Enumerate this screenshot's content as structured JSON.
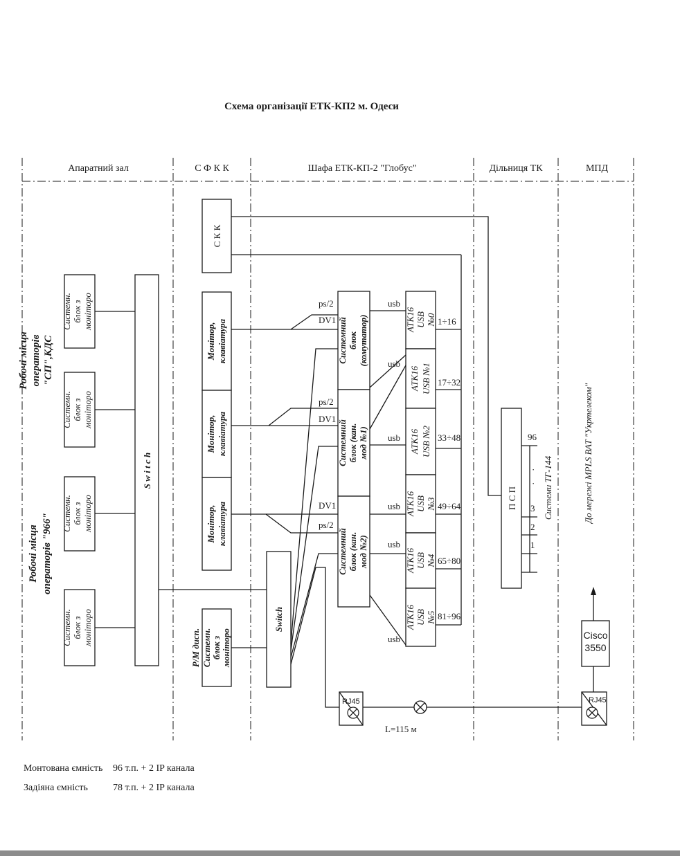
{
  "title": "Схема організації ЕТК-КП2 м. Одеси",
  "zones": [
    "Апаратний зал",
    "С Ф К К",
    "Шафа ЕТК-КП-2 \"Глобус\"",
    "Дільниця ТК",
    "МПД"
  ],
  "operators": {
    "group1": [
      "Робочі місця",
      "операторів",
      "\"СП\",КДС"
    ],
    "group2": [
      "Робочі місця",
      "операторів \"966\""
    ],
    "unit": [
      "Системн.",
      "блок з",
      "моніторо"
    ]
  },
  "switch_main": "S w i t c h",
  "skk": "С К К",
  "monitor_keyboard": [
    "Монітор,",
    "клавіатура"
  ],
  "rm_disp": [
    "Р/М диcп.",
    "Системн.",
    "блок з",
    "моніторо"
  ],
  "switch_small": "Switch",
  "system_units": [
    [
      "Системний",
      "блок",
      "(комутатор)"
    ],
    [
      "Системний",
      "блок   (кан.",
      "мод №1)"
    ],
    [
      "Системний",
      "блок  (кан.",
      "мод №2)"
    ]
  ],
  "signals": {
    "ps2": "ps/2",
    "dvi": "DV1",
    "usb": "usb"
  },
  "atk_modules": [
    {
      "lines": [
        "АТК16",
        "USB",
        "№0"
      ],
      "range": "1÷16"
    },
    {
      "lines": [
        "АТК16",
        "USB №1"
      ],
      "range": "17÷32"
    },
    {
      "lines": [
        "АТК16",
        "USB №2"
      ],
      "range": "33÷48"
    },
    {
      "lines": [
        "АТК16",
        "USB",
        "№3"
      ],
      "range": "49÷64"
    },
    {
      "lines": [
        "АТК16",
        "USB",
        "№4"
      ],
      "range": "65÷80"
    },
    {
      "lines": [
        "АТК16",
        "USB",
        "№5"
      ],
      "range": "81÷96"
    }
  ],
  "psp": {
    "label": "П С П",
    "numbers": [
      "1",
      "2",
      "3",
      "·",
      "·",
      "96"
    ],
    "system": "Системи ТГ-144"
  },
  "mpd": {
    "network": "До мережі MPLS ВАТ  \"Укртелеком\"",
    "router": [
      "Cisco",
      "3550"
    ]
  },
  "rj45": "RJ45",
  "length": "L=115 м",
  "capacity": [
    {
      "label": "Монтована ємність",
      "value": "96 т.п. + 2 IP канала"
    },
    {
      "label": "Задіяна ємність",
      "value": "78 т.п. + 2 IP канала"
    }
  ]
}
